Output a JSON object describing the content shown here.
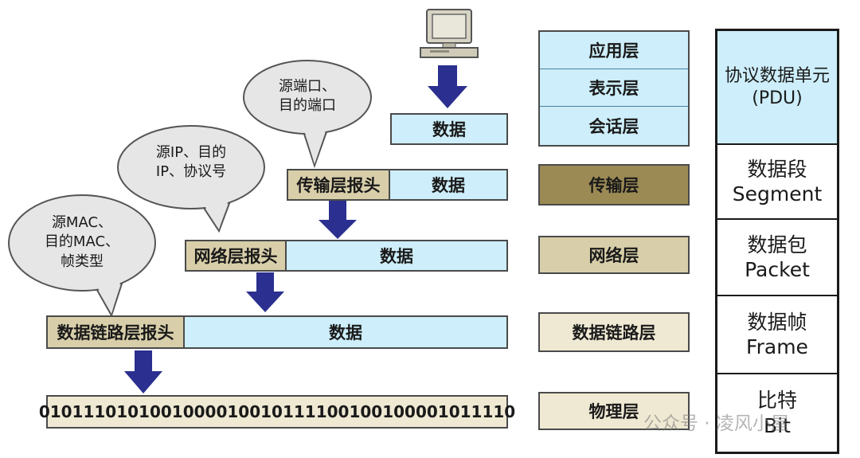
{
  "bubbles": {
    "transport": "源端口、\n目的端口",
    "network": "源IP、目的\nIP、协议号",
    "datalink": "源MAC、\n目的MAC、\n帧类型"
  },
  "encapsulation": {
    "app_data": "数据",
    "transport_header": "传输层报头",
    "transport_data": "数据",
    "network_header": "网络层报头",
    "network_data": "数据",
    "datalink_header": "数据链路层报头",
    "datalink_data": "数据",
    "bits": "0101110101001000010010111100100100001011110"
  },
  "osi_layers": {
    "application": "应用层",
    "presentation": "表示层",
    "session": "会话层",
    "transport": "传输层",
    "network": "网络层",
    "datalink": "数据链路层",
    "physical": "物理层"
  },
  "pdu": {
    "header_line1": "协议数据单元",
    "header_line2": "(PDU)",
    "segment_cn": "数据段",
    "segment_en": "Segment",
    "packet_cn": "数据包",
    "packet_en": "Packet",
    "frame_cn": "数据帧",
    "frame_en": "Frame",
    "bit_cn": "比特",
    "bit_en": "Bit"
  },
  "watermark": "公众号 · 凌风小屋",
  "colors": {
    "arrow": "#2b2f8f",
    "light_blue": "#cdeefa",
    "beige": "#d8cfaa",
    "dark_olive": "#9c8a55"
  }
}
